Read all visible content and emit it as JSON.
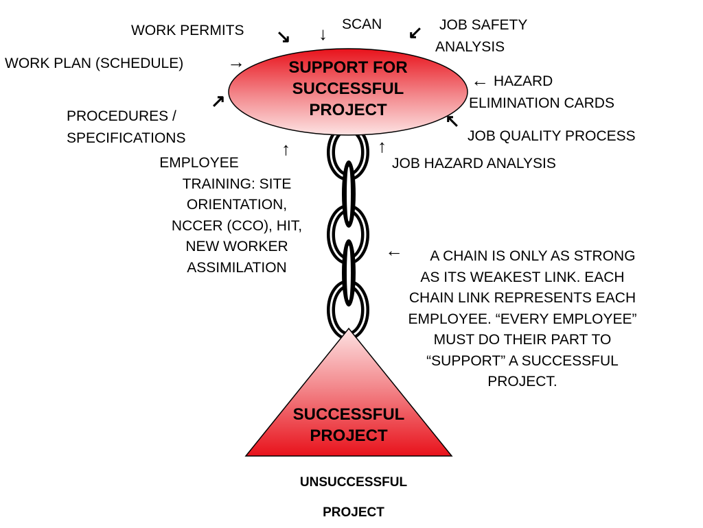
{
  "ellipse_label_lines": [
    "SUPPORT FOR",
    "SUCCESSFUL",
    "PROJECT"
  ],
  "triangle_label_lines": [
    "SUCCESSFUL",
    "PROJECT"
  ],
  "bottom_label_lines": [
    "UNSUCCESSFUL",
    "PROJECT"
  ],
  "labels": {
    "work_permits": "WORK PERMITS",
    "scan": "SCAN",
    "job_safety_analysis_lines": [
      "JOB SAFETY",
      "ANALYSIS"
    ],
    "work_plan": "WORK PLAN (SCHEDULE)",
    "hazard_elimination_lines": [
      "HAZARD",
      "ELIMINATION CARDS"
    ],
    "procedures_lines": [
      "PROCEDURES /",
      "SPECIFICATIONS"
    ],
    "job_quality_process": "JOB QUALITY PROCESS",
    "job_hazard_analysis": "JOB HAZARD ANALYSIS",
    "employee_training_lines": [
      "EMPLOYEE",
      "TRAINING: SITE",
      "ORIENTATION,",
      "NCCER (CCO), HIT,",
      "NEW WORKER",
      "ASSIMILATION"
    ],
    "chain_note_lines": [
      "A CHAIN IS ONLY AS STRONG",
      "AS ITS WEAKEST LINK.  EACH",
      "CHAIN LINK REPRESENTS EACH",
      "EMPLOYEE.  “EVERY EMPLOYEE”",
      "MUST DO THEIR PART TO",
      "“SUPPORT” A SUCCESSFUL",
      "PROJECT."
    ]
  },
  "arrows": {
    "work_permits": "↘",
    "scan": "↓",
    "job_safety": "↙",
    "work_plan": "→",
    "hazard": "←",
    "procedures": "↗",
    "job_quality": "↖",
    "employee_training": "↑",
    "job_hazard": "↑",
    "chain_note": "←"
  },
  "colors": {
    "shape_red": "#e8121b",
    "shape_light": "#fde3e3",
    "outline": "#000000"
  }
}
